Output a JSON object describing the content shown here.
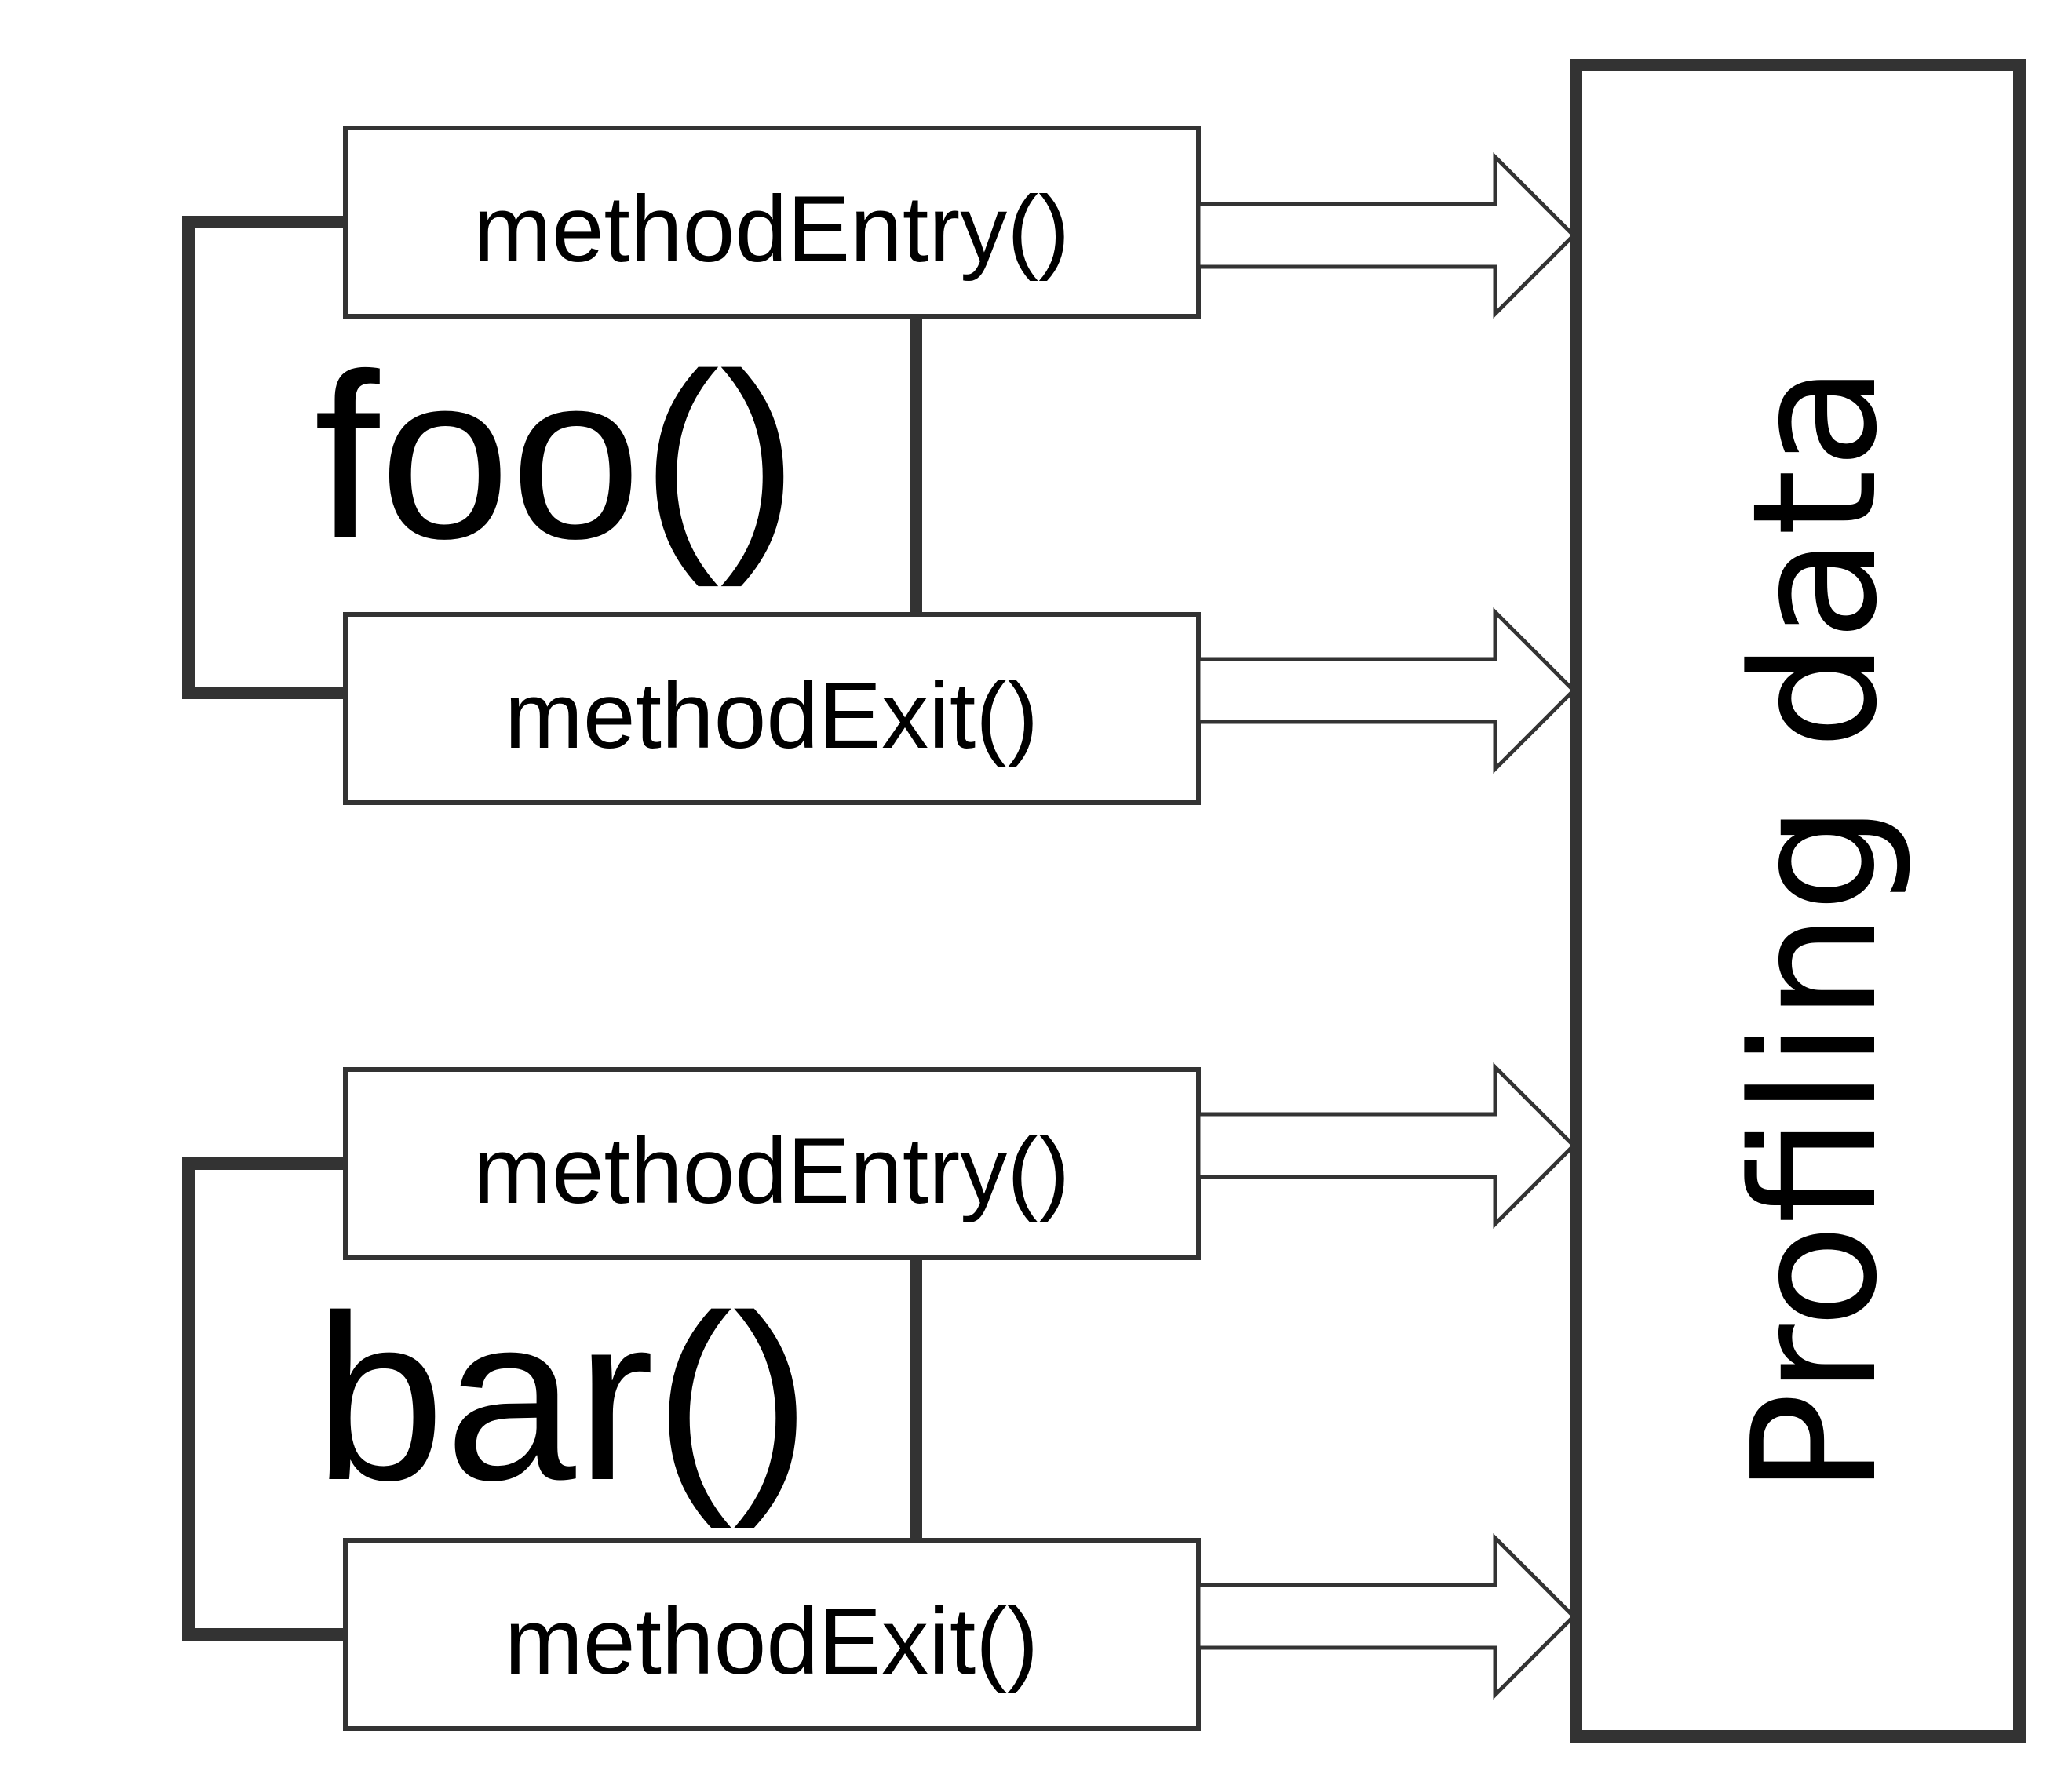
{
  "methods": [
    {
      "name": "foo()",
      "entry_label": "methodEntry()",
      "exit_label": "methodExit()"
    },
    {
      "name": "bar()",
      "entry_label": "methodEntry()",
      "exit_label": "methodExit()"
    }
  ],
  "store": {
    "label": "Profiling data"
  }
}
